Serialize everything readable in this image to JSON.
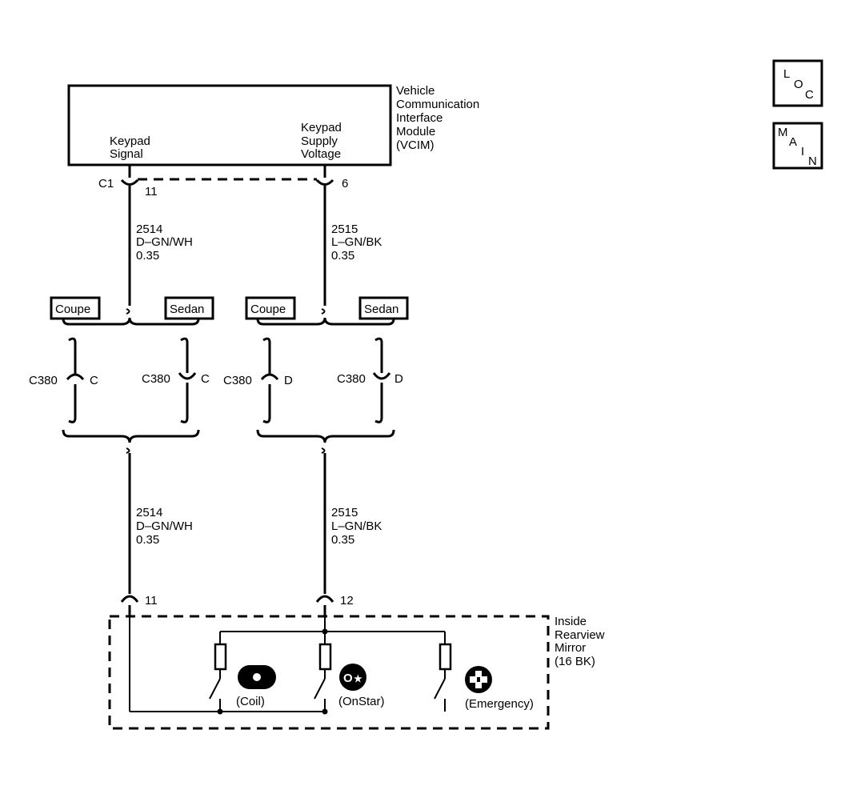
{
  "vcim": {
    "name_lines": [
      "Vehicle",
      "Communication",
      "Interface",
      "Module",
      "(VCIM)"
    ],
    "keypad_signal_lines": [
      "Keypad",
      "Signal"
    ],
    "keypad_supply_lines": [
      "Keypad",
      "Supply",
      "Voltage"
    ],
    "connector": "C1",
    "pin_signal": "11",
    "pin_supply": "6"
  },
  "wires": {
    "signal": [
      "2514",
      "D–GN/WH",
      "0.35"
    ],
    "supply": [
      "2515",
      "L–GN/BK",
      "0.35"
    ]
  },
  "variants": {
    "coupe": "Coupe",
    "sedan": "Sedan"
  },
  "c380": {
    "connector": "C380",
    "pin_signal": "C",
    "pin_supply": "D"
  },
  "mirror": {
    "name_lines": [
      "Inside",
      "Rearview",
      "Mirror",
      "(16 BK)"
    ],
    "pin_signal": "11",
    "pin_supply": "12",
    "buttons": [
      "(Coil)",
      "(OnStar)",
      "(Emergency)"
    ]
  },
  "nav": {
    "loc_letters": [
      "L",
      "O",
      "C"
    ],
    "main_letters": [
      "M",
      "A",
      "I",
      "N"
    ]
  },
  "icons": [
    "coil-button-icon",
    "onstar-logo-icon",
    "emergency-cross-icon"
  ]
}
